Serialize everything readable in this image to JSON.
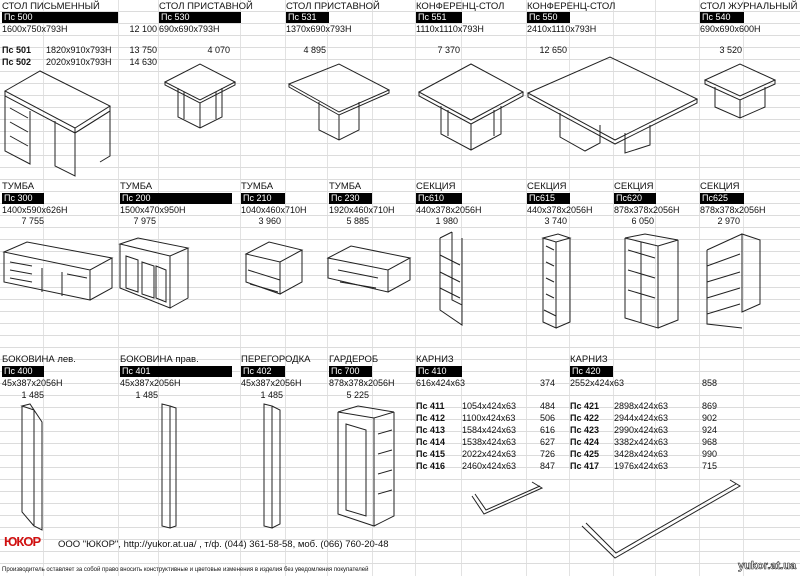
{
  "row1": [
    {
      "title": "СТОЛ ПИСЬМЕННЫЙ",
      "code": "Пс 500",
      "dims": "1600x750x793H",
      "price": "12 100",
      "variants": [
        {
          "code": "Пс 501",
          "dims": "1820x910x793H",
          "price": "13 750"
        },
        {
          "code": "Пс 502",
          "dims": "2020x910x793H",
          "price": "14 630"
        }
      ]
    },
    {
      "title": "СТОЛ ПРИСТАВНОЙ",
      "code": "Пс 530",
      "dims": "690x690x793H",
      "price": "4 070"
    },
    {
      "title": "СТОЛ ПРИСТАВНОЙ",
      "code": "Пс 531",
      "dims": "1370x690x793H",
      "price": "4 895"
    },
    {
      "title": "КОНФЕРЕНЦ-СТОЛ",
      "code": "Пс 551",
      "dims": "1110x1110x793H",
      "price": "7 370"
    },
    {
      "title": "КОНФЕРЕНЦ-СТОЛ",
      "code": "Пс 550",
      "dims": "2410x1110x793H",
      "price": "12 650"
    },
    {
      "title": "СТОЛ ЖУРНАЛЬНЫЙ",
      "code": "Пс 540",
      "dims": "690x690x600H",
      "price": "3 520"
    }
  ],
  "row2": [
    {
      "title": "ТУМБА",
      "code": "Пс 300",
      "dims": "1400x590x626H",
      "price": "7 755"
    },
    {
      "title": "ТУМБА",
      "code": "Пс 200",
      "dims": "1500x470x950H",
      "price": "7 975"
    },
    {
      "title": "ТУМБА",
      "code": "Пс 210",
      "dims": "1040x460x710H",
      "price": "3 960"
    },
    {
      "title": "ТУМБА",
      "code": "Пс 230",
      "dims": "1920x460x710H",
      "price": "5 885"
    },
    {
      "title": "СЕКЦИЯ",
      "code": "Пс610",
      "dims": "440x378x2056H",
      "price": "1 980"
    },
    {
      "title": "СЕКЦИЯ",
      "code": "Пс615",
      "dims": "440x378x2056H",
      "price": "3 740"
    },
    {
      "title": "СЕКЦИЯ",
      "code": "Пс620",
      "dims": "878x378x2056H",
      "price": "6 050"
    },
    {
      "title": "СЕКЦИЯ",
      "code": "Пс625",
      "dims": "878x378x2056H",
      "price": "2 970"
    }
  ],
  "row3": [
    {
      "title": "БОКОВИНА  лев.",
      "code": "Пс 400",
      "dims": "45x387x2056H",
      "price": "1 485"
    },
    {
      "title": "БОКОВИНА прав.",
      "code": "Пс 401",
      "dims": "45x387x2056H",
      "price": "1 485"
    },
    {
      "title": "ПЕРЕГОРОДКА",
      "code": "Пс 402",
      "dims": "45x387x2056H",
      "price": "1 485"
    },
    {
      "title": "ГАРДЕРОБ",
      "code": "Пс 700",
      "dims": "878x378x2056H",
      "price": "5 225"
    }
  ],
  "karniz": [
    {
      "title": "КАРНИЗ",
      "code": "Пс 410",
      "dims": "616x424x63",
      "price": "374",
      "variants": [
        {
          "code": "Пс 411",
          "dims": "1054x424x63",
          "price": "484"
        },
        {
          "code": "Пс 412",
          "dims": "1100x424x63",
          "price": "506"
        },
        {
          "code": "Пс 413",
          "dims": "1584x424x63",
          "price": "616"
        },
        {
          "code": "Пс 414",
          "dims": "1538x424x63",
          "price": "627"
        },
        {
          "code": "Пс 415",
          "dims": "2022x424x63",
          "price": "726"
        },
        {
          "code": "Пс 416",
          "dims": "2460x424x63",
          "price": "847"
        }
      ]
    },
    {
      "title": "КАРНИЗ",
      "code": "Пс 420",
      "dims": "2552x424x63",
      "price": "858",
      "variants": [
        {
          "code": "Пс 421",
          "dims": "2898x424x63",
          "price": "869"
        },
        {
          "code": "Пс 422",
          "dims": "2944x424x63",
          "price": "902"
        },
        {
          "code": "Пс 423",
          "dims": "2990x424x63",
          "price": "924"
        },
        {
          "code": "Пс 424",
          "dims": "3382x424x63",
          "price": "968"
        },
        {
          "code": "Пс 425",
          "dims": "3428x424x63",
          "price": "990"
        },
        {
          "code": "Пс 417",
          "dims": "1976x424x63",
          "price": "715"
        }
      ]
    }
  ],
  "footer": {
    "logo": "ЮКОР",
    "contacts": "ООО \"ЮКОР\", http://yukor.at.ua/ , т/ф. (044) 361-58-58, моб. (066) 760-20-48",
    "disclaimer": "Производитель оставляет за собой право вносить конструктивные и цветовые изменения в изделия без уведомления покупателей",
    "watermark": "yukor.at.ua"
  }
}
